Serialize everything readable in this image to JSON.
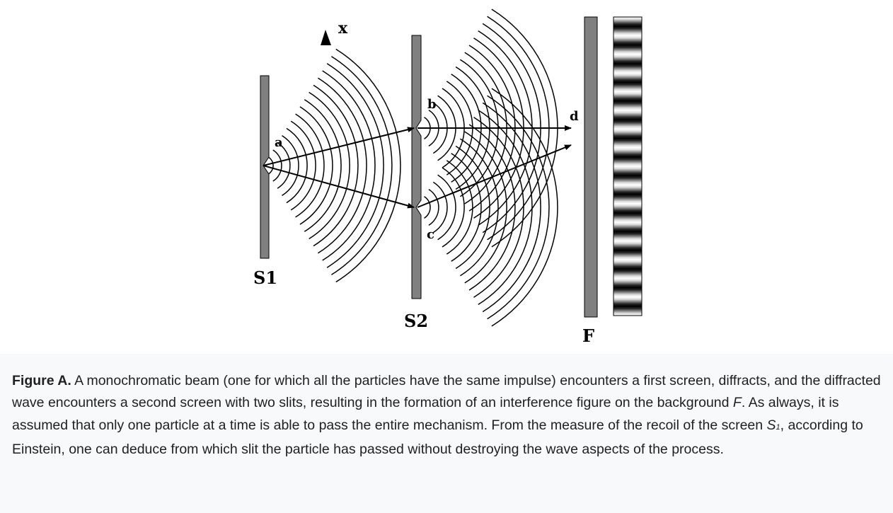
{
  "diagram": {
    "labels": {
      "x_axis": "x",
      "point_a": "a",
      "point_b": "b",
      "point_c": "c",
      "point_d": "d",
      "screen_s1": "S1",
      "screen_s2": "S2",
      "screen_f": "F"
    },
    "colors": {
      "screen_fill": "#808080",
      "screen_stroke": "#000000",
      "wave_stroke": "#000000"
    }
  },
  "caption": {
    "heading": "Figure A.",
    "text_1": " A monochromatic beam (one for which all the particles have the same impulse) encounters a first screen, diffracts, and the diffracted wave encounters a second screen with two slits, resulting in the formation of an interference figure on the background ",
    "italic_f": "F",
    "text_2": ". As always, it is assumed that only one particle at a time is able to pass the entire mechanism. From the measure of the recoil of the screen ",
    "italic_s": "S",
    "subscript": "1",
    "text_3": ", according to Einstein, one can deduce from which slit the particle has passed without destroying the wave aspects of the process."
  }
}
